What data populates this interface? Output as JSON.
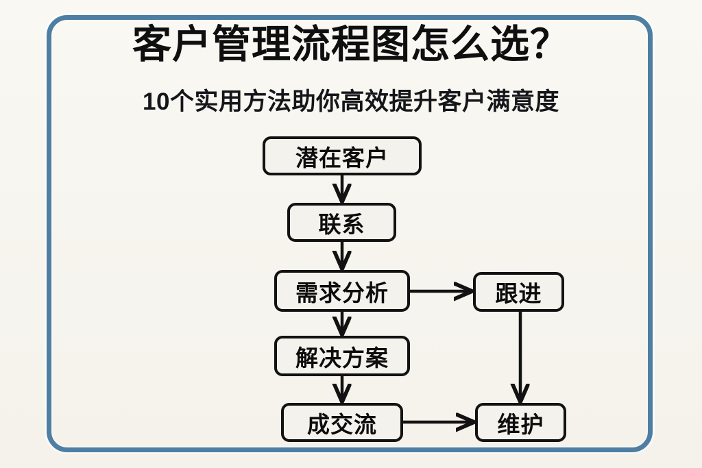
{
  "page": {
    "background_color": "#f8f6f1",
    "frame_color": "#4e7fa3"
  },
  "header": {
    "title": "客户管理流程图怎么选？",
    "subtitle": "10个实用方法助你高效提升客户满意度"
  },
  "flowchart": {
    "node_fill": "#f4f2ec",
    "node_border_color": "#121212",
    "connector_color": "#121212",
    "nodes": [
      {
        "id": "lead",
        "label": "潜在客户"
      },
      {
        "id": "contact",
        "label": "联系"
      },
      {
        "id": "analysis",
        "label": "需求分析"
      },
      {
        "id": "followup",
        "label": "跟进"
      },
      {
        "id": "solution",
        "label": "解决方案"
      },
      {
        "id": "deal",
        "label": "成交流"
      },
      {
        "id": "maintain",
        "label": "维护"
      }
    ],
    "edges": [
      {
        "from": "lead",
        "to": "contact",
        "direction": "down"
      },
      {
        "from": "contact",
        "to": "analysis",
        "direction": "down"
      },
      {
        "from": "analysis",
        "to": "followup",
        "direction": "right"
      },
      {
        "from": "analysis",
        "to": "solution",
        "direction": "down"
      },
      {
        "from": "solution",
        "to": "deal",
        "direction": "down"
      },
      {
        "from": "deal",
        "to": "maintain",
        "direction": "right"
      },
      {
        "from": "followup",
        "to": "maintain",
        "direction": "down"
      }
    ]
  }
}
